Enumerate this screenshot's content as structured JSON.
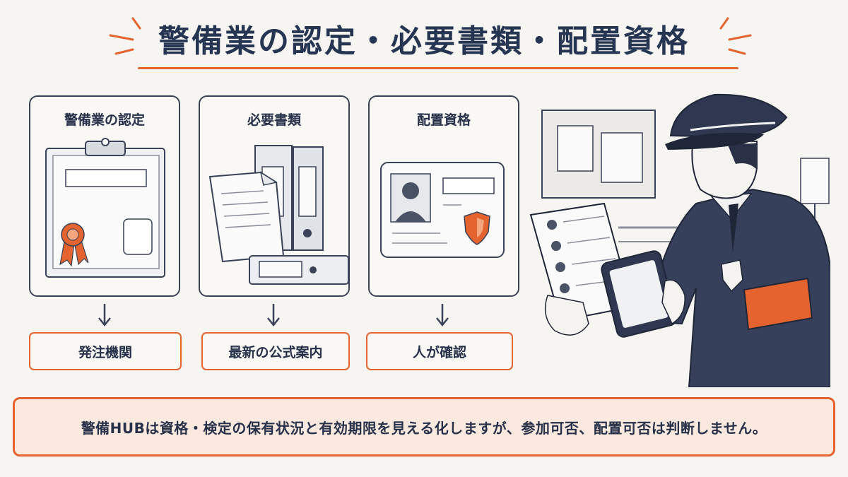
{
  "title": "警備業の認定・必要書類・配置資格",
  "cards": [
    {
      "title": "警備業の認定",
      "illustration": "certificate-clipboard-icon",
      "result": "発注機関"
    },
    {
      "title": "必要書類",
      "illustration": "document-binders-icon",
      "result": "最新の公式案内"
    },
    {
      "title": "配置資格",
      "illustration": "id-card-shield-icon",
      "result": "人が確認"
    }
  ],
  "guard_illustration": "security-guard-with-tablet",
  "notice": "警備HUBは資格・検定の保有状況と有効期限を見える化しますが、参加可否、配置可否は判断しません。",
  "colors": {
    "accent": "#e4632e",
    "navy": "#263552",
    "notice_bg": "#fbe9df",
    "page_bg": "#f7f5f1"
  }
}
